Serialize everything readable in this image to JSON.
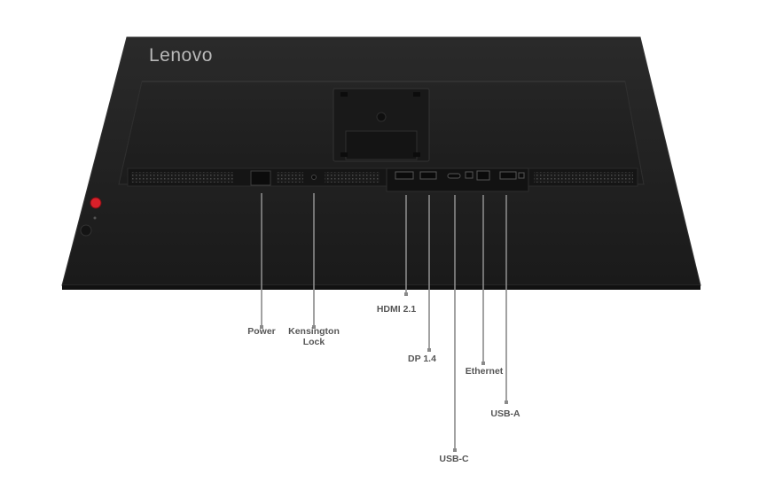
{
  "brand": {
    "logo_text": "Lenovo"
  },
  "ports": [
    {
      "id": "power",
      "label": "Power"
    },
    {
      "id": "kensington",
      "label": "Kensington",
      "label2": "Lock"
    },
    {
      "id": "hdmi",
      "label": "HDMI 2.1"
    },
    {
      "id": "dp",
      "label": "DP 1.4"
    },
    {
      "id": "usbc",
      "label": "USB-C"
    },
    {
      "id": "ethernet",
      "label": "Ethernet"
    },
    {
      "id": "usba",
      "label": "USB-A"
    }
  ],
  "colors": {
    "monitor_body": "#1e1e1e",
    "monitor_edge": "#2c2c2c",
    "callout_line": "#8a8a8a",
    "power_button": "#d9202a",
    "label_text": "#555555"
  }
}
